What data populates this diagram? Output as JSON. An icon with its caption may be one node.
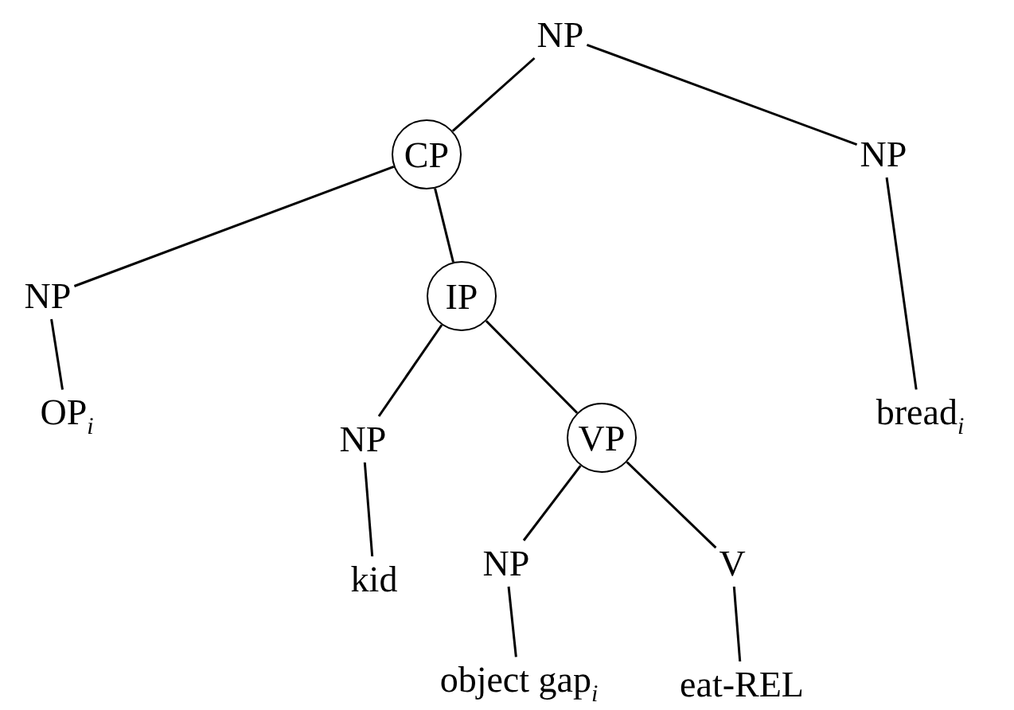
{
  "diagram": {
    "nodes": [
      {
        "text": [
          "NP"
        ]
      },
      {
        "text": [
          "CP"
        ]
      },
      {
        "text": [
          "NP"
        ]
      },
      {
        "text": [
          "NP"
        ]
      },
      {
        "text": [
          "IP"
        ]
      },
      {
        "text": [
          "bread$_{i}$"
        ]
      },
      {
        "text": [
          "OP$_{i}$"
        ]
      },
      {
        "text": [
          "NP"
        ]
      },
      {
        "text": [
          "VP"
        ]
      },
      {
        "text": [
          "kid"
        ]
      },
      {
        "text": [
          "NP"
        ]
      },
      {
        "text": [
          "V"
        ]
      },
      {
        "text": [
          "object gap$_{i}$"
        ]
      },
      {
        "text": [
          "eat-REL"
        ]
      }
    ],
    "edges": [
      {
        "from": 0,
        "to": 1,
        "arrow": "none"
      },
      {
        "from": 0,
        "to": 2,
        "arrow": "none"
      },
      {
        "from": 1,
        "to": 3,
        "arrow": "none"
      },
      {
        "from": 1,
        "to": 4,
        "arrow": "none"
      },
      {
        "from": 2,
        "to": 5,
        "arrow": "none"
      },
      {
        "from": 3,
        "to": 6,
        "arrow": "none"
      },
      {
        "from": 4,
        "to": 7,
        "arrow": "none"
      },
      {
        "from": 4,
        "to": 8,
        "arrow": "none"
      },
      {
        "from": 7,
        "to": 9,
        "arrow": "none"
      },
      {
        "from": 8,
        "to": 10,
        "arrow": "none"
      },
      {
        "from": 8,
        "to": 11,
        "arrow": "none"
      },
      {
        "from": 10,
        "to": 12,
        "arrow": "none"
      },
      {
        "from": 11,
        "to": 13,
        "arrow": "none"
      }
    ]
  }
}
